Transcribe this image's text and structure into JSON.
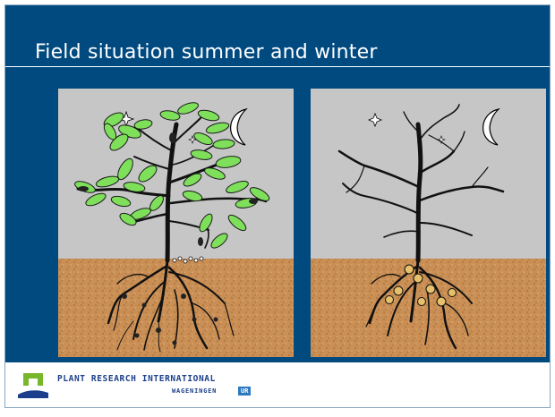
{
  "slide": {
    "title": "Field situation summer and winter"
  },
  "panels": [
    {
      "name": "summer-panel",
      "depicts": "tree-with-leaves-and-roots"
    },
    {
      "name": "winter-panel",
      "depicts": "bare-tree-and-roots"
    }
  ],
  "footer": {
    "brand_name": "PLANT RESEARCH INTERNATIONAL",
    "brand_sub": "WAGENINGEN",
    "brand_badge": "UR"
  },
  "colors": {
    "slide_background": "#004a80",
    "sky": "#c6c6c6",
    "soil": "#c98f55",
    "leaf": "#7ee05a",
    "brand_blue": "#1b3f8a",
    "logo_green": "#77b82a"
  },
  "icons": [
    "moon-icon",
    "star-icon",
    "logo-icon"
  ]
}
